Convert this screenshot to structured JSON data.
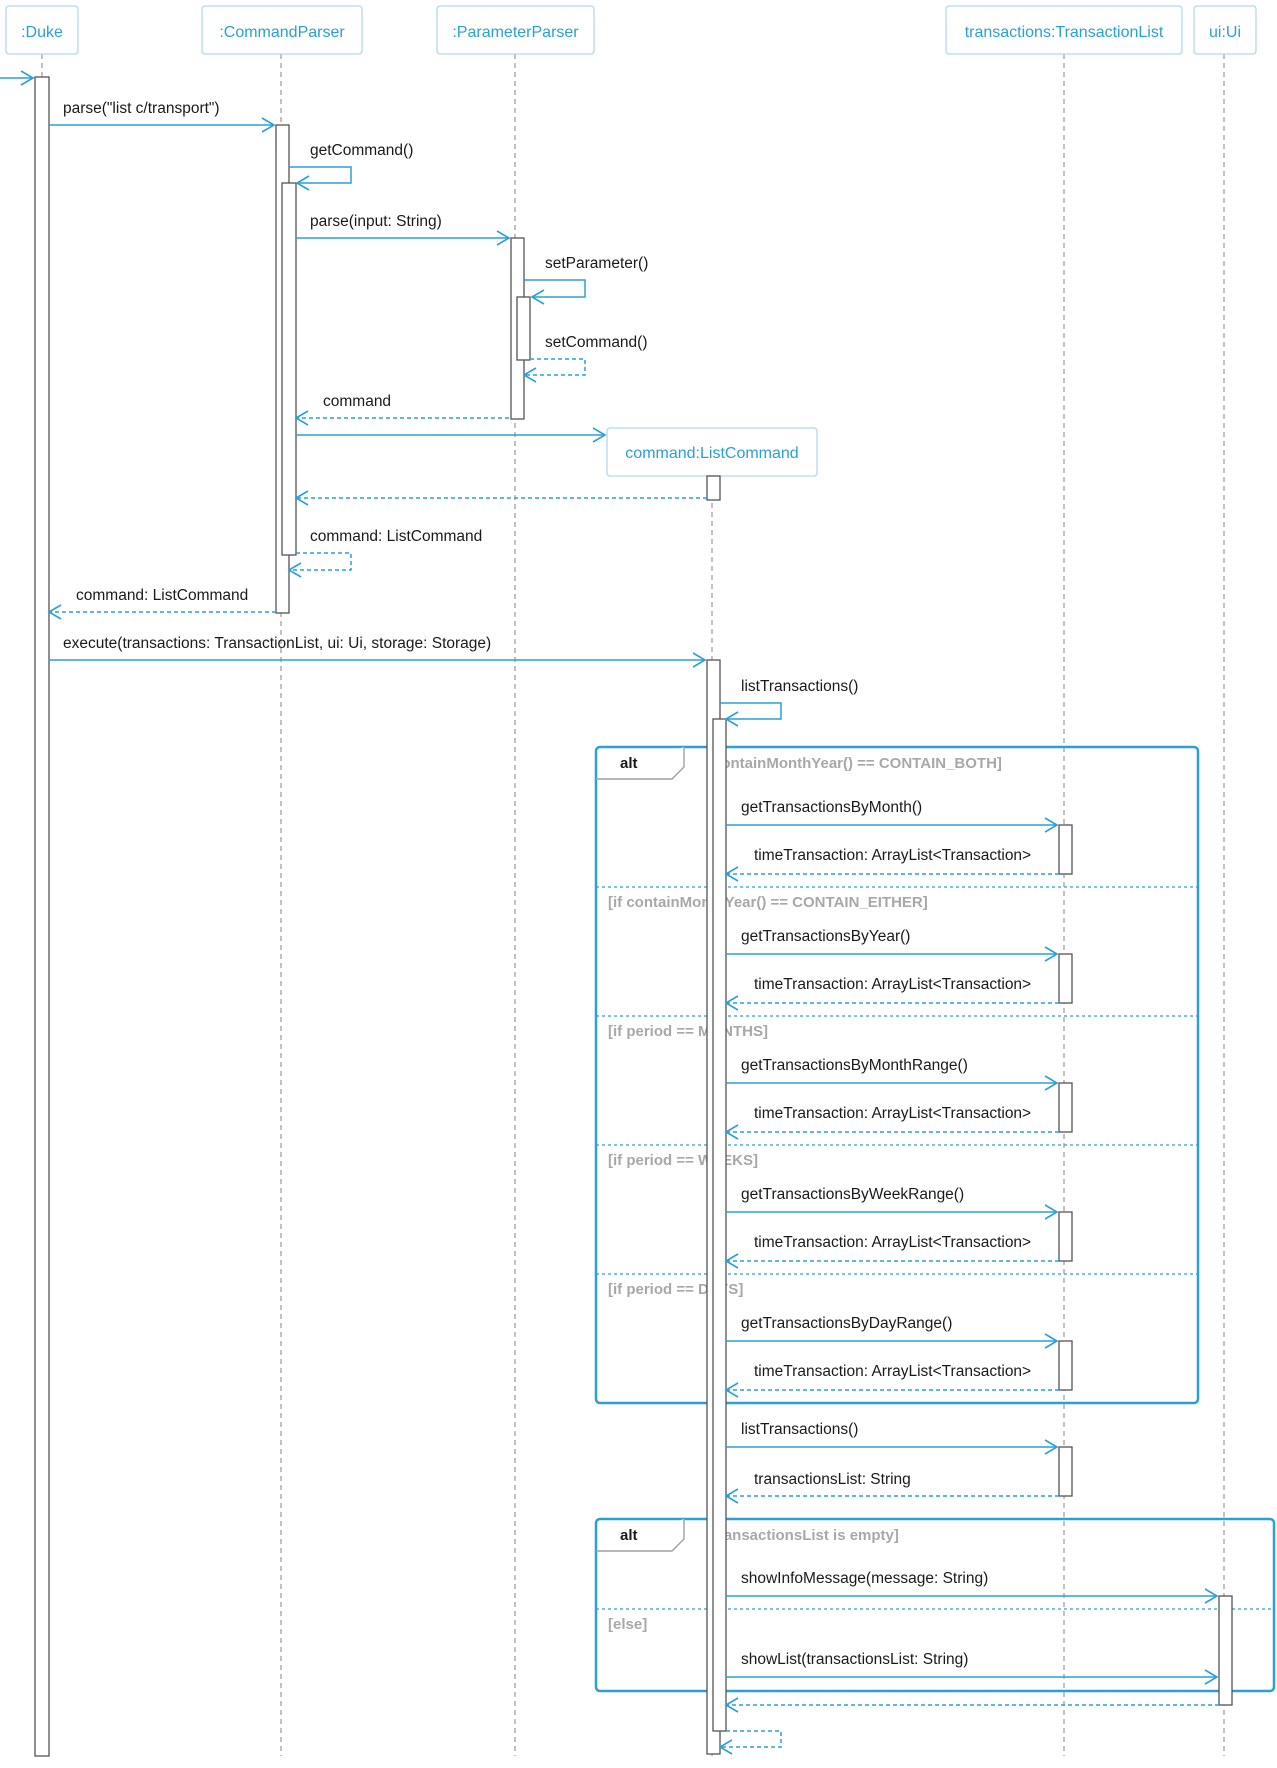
{
  "participants": [
    {
      "id": "duke",
      "label": ":Duke"
    },
    {
      "id": "commandparser",
      "label": ":CommandParser"
    },
    {
      "id": "parameterparser",
      "label": ":ParameterParser"
    },
    {
      "id": "listcommand",
      "label": "command:ListCommand"
    },
    {
      "id": "transactionlist",
      "label": "transactions:TransactionList"
    },
    {
      "id": "ui",
      "label": "ui:Ui"
    }
  ],
  "messages": [
    {
      "id": "m1",
      "label": "parse(\"list c/transport\")"
    },
    {
      "id": "m2",
      "label": "getCommand()"
    },
    {
      "id": "m3",
      "label": "parse(input: String)"
    },
    {
      "id": "m4",
      "label": "setParameter()"
    },
    {
      "id": "m5",
      "label": "setCommand()"
    },
    {
      "id": "m6",
      "label": "command"
    },
    {
      "id": "m7",
      "label": ""
    },
    {
      "id": "m8",
      "label": ""
    },
    {
      "id": "m9",
      "label": "command: ListCommand"
    },
    {
      "id": "m10",
      "label": "command: ListCommand"
    },
    {
      "id": "m11",
      "label": "execute(transactions: TransactionList, ui: Ui, storage: Storage)"
    },
    {
      "id": "m12",
      "label": "listTransactions()"
    },
    {
      "id": "m13",
      "label": "getTransactionsByMonth()"
    },
    {
      "id": "m14",
      "label": "timeTransaction: ArrayList<Transaction>"
    },
    {
      "id": "m15",
      "label": "getTransactionsByYear()"
    },
    {
      "id": "m16",
      "label": "timeTransaction: ArrayList<Transaction>"
    },
    {
      "id": "m17",
      "label": "getTransactionsByMonthRange()"
    },
    {
      "id": "m18",
      "label": "timeTransaction: ArrayList<Transaction>"
    },
    {
      "id": "m19",
      "label": "getTransactionsByWeekRange()"
    },
    {
      "id": "m20",
      "label": "timeTransaction: ArrayList<Transaction>"
    },
    {
      "id": "m21",
      "label": "getTransactionsByDayRange()"
    },
    {
      "id": "m22",
      "label": "timeTransaction: ArrayList<Transaction>"
    },
    {
      "id": "m23",
      "label": "listTransactions()"
    },
    {
      "id": "m24",
      "label": "transactionsList: String"
    },
    {
      "id": "m25",
      "label": "showInfoMessage(message: String)"
    },
    {
      "id": "m26",
      "label": "showList(transactionsList: String)"
    },
    {
      "id": "m27",
      "label": ""
    },
    {
      "id": "m28",
      "label": ""
    }
  ],
  "frames": [
    {
      "id": "alt1",
      "operator": "alt",
      "guards": [
        "[containMonthYear() == CONTAIN_BOTH]",
        "[if containMonthYear() == CONTAIN_EITHER]",
        "[if period == MONTHS]",
        "[if period == WEEKS]",
        "[if period == DAYS]"
      ]
    },
    {
      "id": "alt2",
      "operator": "alt",
      "guards": [
        "[transactionsList is empty]",
        "[else]"
      ]
    }
  ],
  "colors": {
    "accent": "#2aa0d8",
    "guard_text": "#a8a8a8",
    "activation_border": "#555555"
  }
}
